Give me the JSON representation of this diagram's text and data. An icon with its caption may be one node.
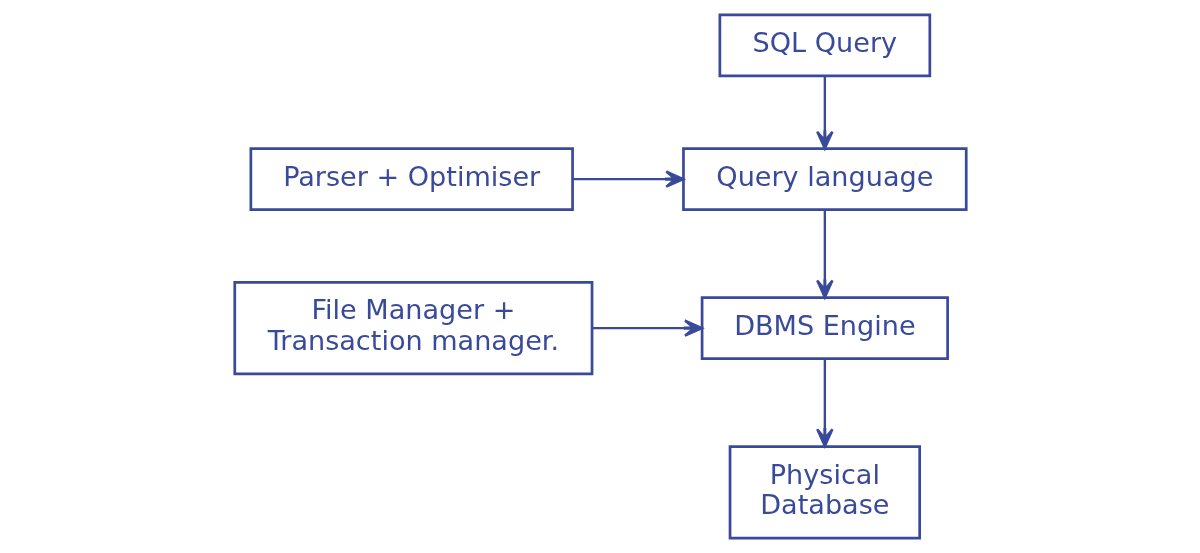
{
  "diagram": {
    "nodes": [
      {
        "text": [
          "SQL Query"
        ]
      },
      {
        "text": [
          "Query language"
        ]
      },
      {
        "text": [
          "Parser + Optimiser"
        ]
      },
      {
        "text": [
          "DBMS Engine"
        ]
      },
      {
        "text": [
          "File Manager + Transaction manager."
        ]
      },
      {
        "text": [
          "Physical Database"
        ]
      }
    ],
    "edges": [
      {
        "from": 0,
        "to": 1,
        "arrow": "to"
      },
      {
        "from": 2,
        "to": 1,
        "arrow": "to"
      },
      {
        "from": 1,
        "to": 3,
        "arrow": "to"
      },
      {
        "from": 4,
        "to": 3,
        "arrow": "to"
      },
      {
        "from": 3,
        "to": 5,
        "arrow": "to"
      }
    ]
  }
}
